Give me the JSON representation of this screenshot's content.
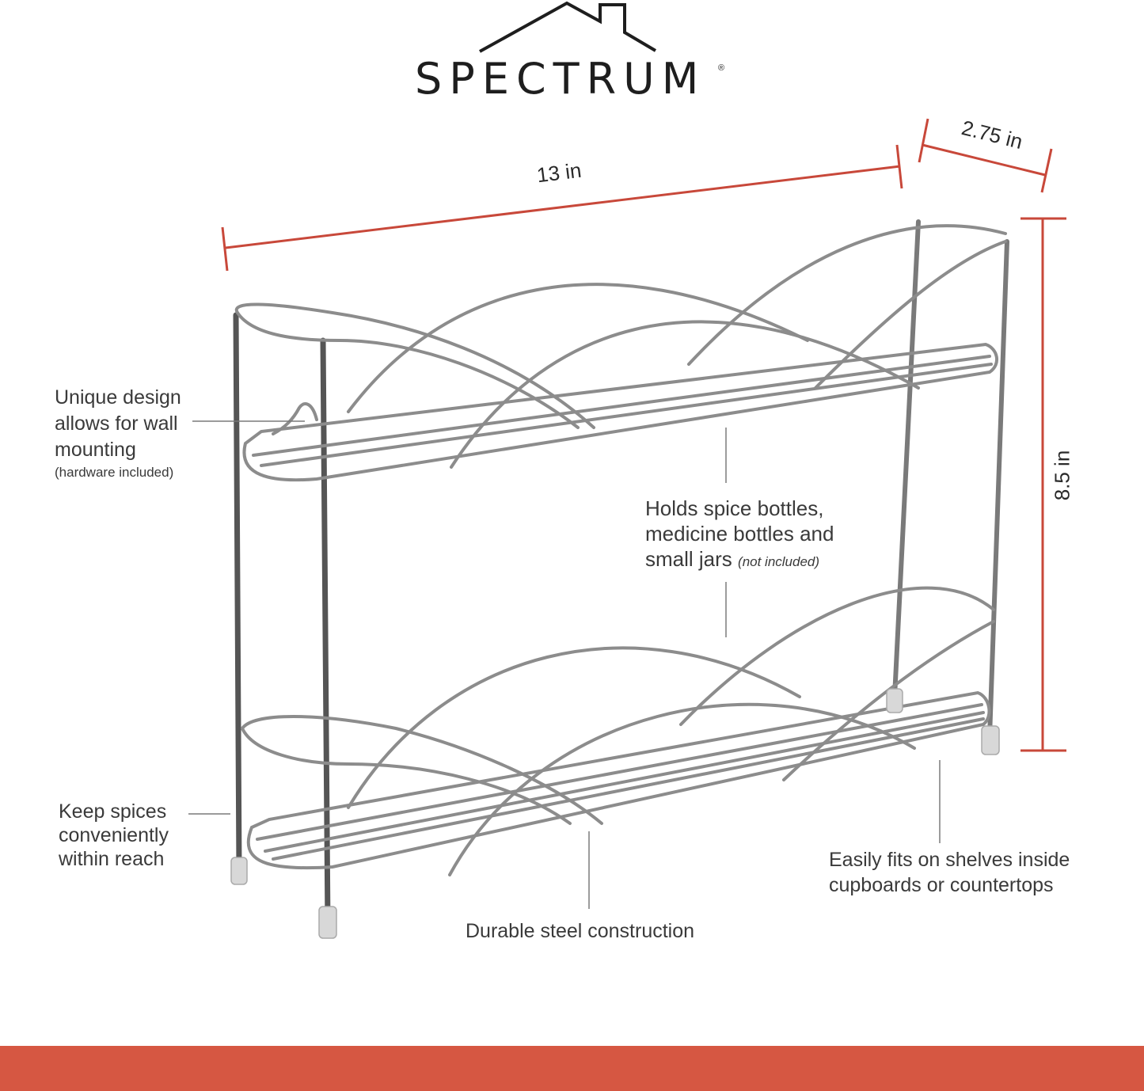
{
  "brand": {
    "name": "SPECTRUM",
    "registered_mark": "®",
    "logo_icon": "house-roof-icon"
  },
  "dimensions": {
    "width_label": "13 in",
    "depth_label": "2.75 in",
    "height_label": "8.5 in",
    "line_color": "#c8483a"
  },
  "callouts": {
    "wall_mount": {
      "lines": [
        "Unique design",
        "allows for wall",
        "mounting"
      ],
      "note": "(hardware included)"
    },
    "holds": {
      "lines": [
        "Holds spice bottles,",
        "medicine bottles and",
        "small jars"
      ],
      "note": "(not included)"
    },
    "reach": {
      "lines": [
        "Keep spices",
        "conveniently",
        "within reach"
      ]
    },
    "durable": {
      "text": "Durable steel construction"
    },
    "fits": {
      "lines": [
        "Easily fits on shelves inside",
        "cupboards or countertops"
      ]
    }
  },
  "product": {
    "image": "chrome-2-tier-spice-rack-icon"
  },
  "footer": {
    "bar_color": "#d65742"
  }
}
